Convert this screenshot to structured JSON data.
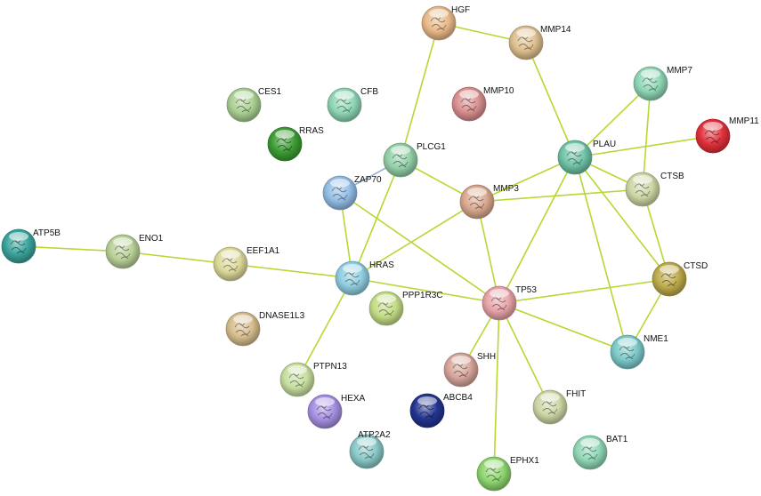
{
  "nodes": [
    {
      "id": "HGF",
      "label": "HGF",
      "color": "#e8b98a"
    },
    {
      "id": "MMP14",
      "label": "MMP14",
      "color": "#ddbf8e"
    },
    {
      "id": "MMP10",
      "label": "MMP10",
      "color": "#d98f8f"
    },
    {
      "id": "MMP7",
      "label": "MMP7",
      "color": "#8fd6b5"
    },
    {
      "id": "MMP11",
      "label": "MMP11",
      "color": "#e0303b"
    },
    {
      "id": "CES1",
      "label": "CES1",
      "color": "#a9cf92"
    },
    {
      "id": "CFB",
      "label": "CFB",
      "color": "#8fd6b5"
    },
    {
      "id": "RRAS",
      "label": "RRAS",
      "color": "#3c9c34"
    },
    {
      "id": "PLCG1",
      "label": "PLCG1",
      "color": "#93d0a8"
    },
    {
      "id": "PLAU",
      "label": "PLAU",
      "color": "#6fc3a8"
    },
    {
      "id": "ZAP70",
      "label": "ZAP70",
      "color": "#93bde6"
    },
    {
      "id": "MMP3",
      "label": "MMP3",
      "color": "#d9a88e"
    },
    {
      "id": "CTSB",
      "label": "CTSB",
      "color": "#ccd6a5"
    },
    {
      "id": "MMP11x",
      "label": "",
      "color": "#e0303b"
    },
    {
      "id": "ATP5B",
      "label": "ATP5B",
      "color": "#3aa39c"
    },
    {
      "id": "ENO1",
      "label": "ENO1",
      "color": "#b8d097"
    },
    {
      "id": "EEF1A1",
      "label": "EEF1A1",
      "color": "#dcd89a"
    },
    {
      "id": "HRAS",
      "label": "HRAS",
      "color": "#8fcde0"
    },
    {
      "id": "CTSD",
      "label": "CTSD",
      "color": "#bdaa4a"
    },
    {
      "id": "PPP1R3C",
      "label": "PPP1R3C",
      "color": "#c3dc86"
    },
    {
      "id": "TP53",
      "label": "TP53",
      "color": "#e6a3a8"
    },
    {
      "id": "DNASE1L3",
      "label": "DNASE1L3",
      "color": "#d6bd8e"
    },
    {
      "id": "NME1",
      "label": "NME1",
      "color": "#7cc8c9"
    },
    {
      "id": "PTPN13",
      "label": "PTPN13",
      "color": "#c6de9f"
    },
    {
      "id": "SHH",
      "label": "SHH",
      "color": "#d6a59a"
    },
    {
      "id": "HEXA",
      "label": "HEXA",
      "color": "#a48fe0"
    },
    {
      "id": "ABCB4",
      "label": "ABCB4",
      "color": "#23348f"
    },
    {
      "id": "FHIT",
      "label": "FHIT",
      "color": "#ccd6a5"
    },
    {
      "id": "ATP2A2",
      "label": "ATP2A2",
      "color": "#89c8c6"
    },
    {
      "id": "BAT1",
      "label": "BAT1",
      "color": "#8fd6b5"
    },
    {
      "id": "EPHX1",
      "label": "EPHX1",
      "color": "#8ed46f"
    }
  ],
  "edges": [
    [
      "HGF",
      "MMP14"
    ],
    [
      "HGF",
      "PLCG1"
    ],
    [
      "MMP14",
      "PLAU"
    ],
    [
      "MMP7",
      "PLAU"
    ],
    [
      "MMP7",
      "CTSB"
    ],
    [
      "MMP11",
      "PLAU"
    ],
    [
      "PLAU",
      "MMP3"
    ],
    [
      "PLAU",
      "CTSB"
    ],
    [
      "PLAU",
      "CTSD"
    ],
    [
      "PLAU",
      "NME1"
    ],
    [
      "PLAU",
      "TP53"
    ],
    [
      "PLCG1",
      "MMP3"
    ],
    [
      "PLCG1",
      "HRAS"
    ],
    [
      "MMP3",
      "CTSB"
    ],
    [
      "MMP3",
      "HRAS"
    ],
    [
      "MMP3",
      "TP53"
    ],
    [
      "CTSB",
      "CTSD"
    ],
    [
      "ZAP70",
      "HRAS"
    ],
    [
      "ZAP70",
      "TP53"
    ],
    [
      "ATP5B",
      "ENO1"
    ],
    [
      "ENO1",
      "EEF1A1"
    ],
    [
      "EEF1A1",
      "HRAS"
    ],
    [
      "HRAS",
      "TP53"
    ],
    [
      "HRAS",
      "PTPN13"
    ],
    [
      "TP53",
      "CTSD"
    ],
    [
      "TP53",
      "NME1"
    ],
    [
      "TP53",
      "SHH"
    ],
    [
      "TP53",
      "FHIT"
    ],
    [
      "TP53",
      "EPHX1"
    ],
    [
      "CTSD",
      "NME1"
    ]
  ],
  "blue_edges": [
    [
      "PLCG1",
      "ZAP70"
    ]
  ]
}
